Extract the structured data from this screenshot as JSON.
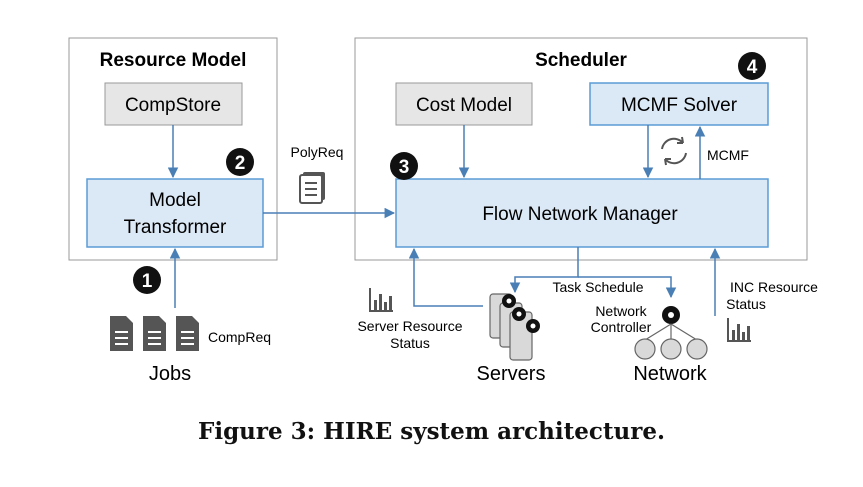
{
  "resource_model": {
    "title": "Resource Model",
    "compstore": "CompStore",
    "transformer_line1": "Model",
    "transformer_line2": "Transformer"
  },
  "scheduler": {
    "title": "Scheduler",
    "cost_model": "Cost Model",
    "mcmf_solver": "MCMF Solver",
    "flow_manager": "Flow Network Manager"
  },
  "steps": [
    "1",
    "2",
    "3",
    "4"
  ],
  "labels": {
    "polyreq": "PolyReq",
    "mcmf": "MCMF",
    "compreq": "CompReq",
    "jobs": "Jobs",
    "task_schedule": "Task Schedule",
    "server_status_line1": "Server Resource",
    "server_status_line2": "Status",
    "inc_status_line1": "INC Resource",
    "inc_status_line2": "Status",
    "network_controller_line1": "Network",
    "network_controller_line2": "Controller",
    "servers": "Servers",
    "network": "Network"
  },
  "caption": "Figure 3: HIRE system architecture.",
  "colors": {
    "box_fill": "#dbe8f5",
    "box_stroke": "#5b9bd5",
    "grey_fill": "#e6e6e6",
    "arrow": "#4a7fb5",
    "icon": "#555555"
  }
}
